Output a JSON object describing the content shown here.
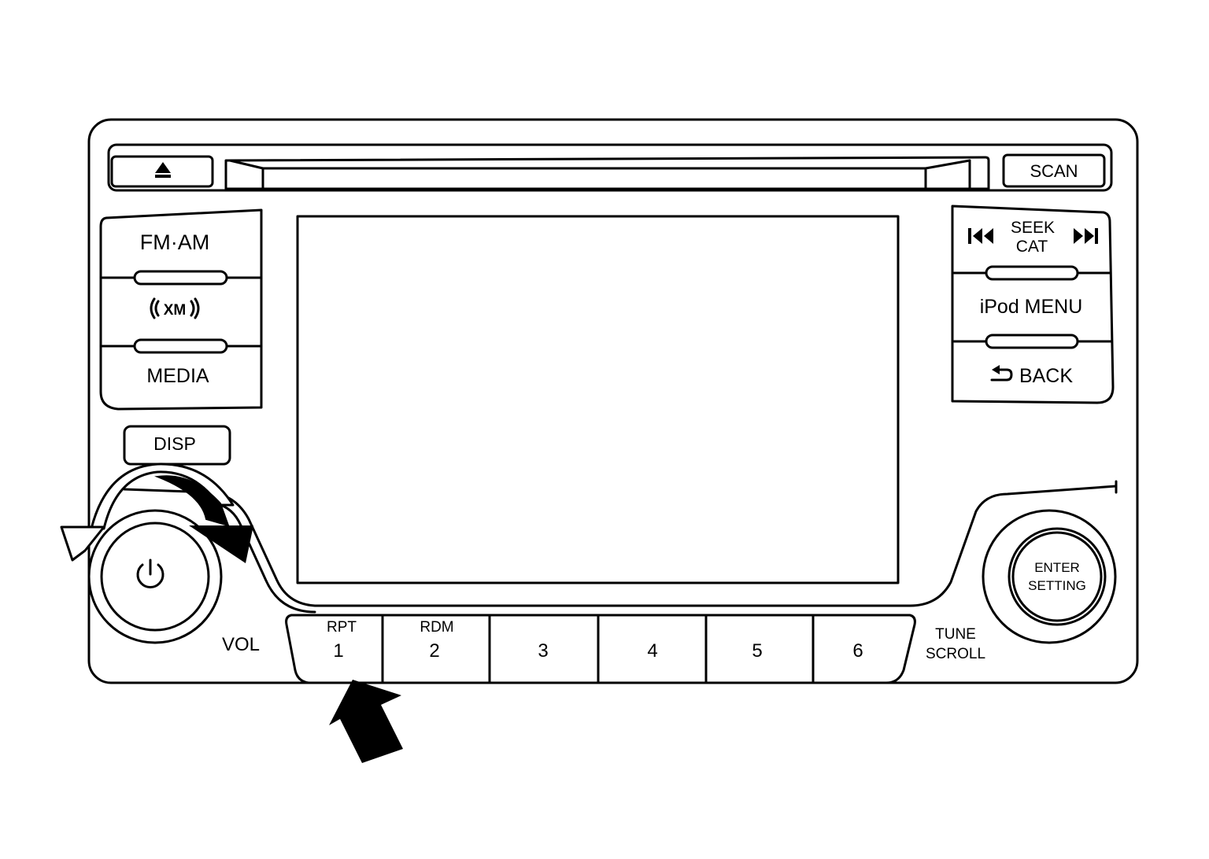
{
  "panel": {
    "top_row": {
      "eject_glyph": "eject-icon",
      "scan_label": "SCAN"
    },
    "left_buttons": {
      "fm_am": "FM·AM",
      "xm": "XM",
      "media": "MEDIA"
    },
    "disp_label": "DISP",
    "vol_label": "VOL",
    "right_buttons": {
      "seek_line1": "SEEK",
      "seek_line2": "CAT",
      "seek_prev_icon": "skip-back-icon",
      "seek_next_icon": "skip-forward-icon",
      "ipod_menu": "iPod MENU",
      "back": "BACK",
      "back_icon": "return-arrow-icon"
    },
    "presets": [
      {
        "number": "1",
        "sub": "RPT"
      },
      {
        "number": "2",
        "sub": "RDM"
      },
      {
        "number": "3",
        "sub": ""
      },
      {
        "number": "4",
        "sub": ""
      },
      {
        "number": "5",
        "sub": ""
      },
      {
        "number": "6",
        "sub": ""
      }
    ],
    "tune_line1": "TUNE",
    "tune_line2": "SCROLL",
    "enter_line1": "ENTER",
    "enter_line2": "SETTING",
    "power_icon": "power-icon"
  },
  "annotations": {
    "rotate_arrows_icon": "rotate-arrows-icon",
    "pointer_icon": "pointer-arrow-icon",
    "pointer_target": "1"
  }
}
